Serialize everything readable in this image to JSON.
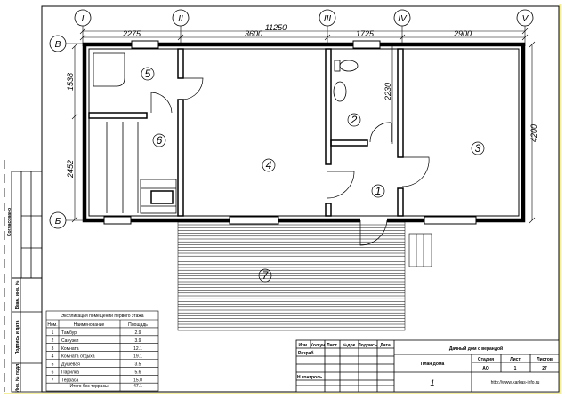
{
  "axes": {
    "vertical": [
      "I",
      "II",
      "III",
      "IV",
      "V"
    ],
    "horizontal": [
      "В",
      "Б"
    ]
  },
  "dimensions": {
    "overall": "11250",
    "segments": [
      "2275",
      "3600",
      "1725",
      "2900"
    ],
    "left": [
      "1538",
      "2452"
    ],
    "bathroom": "2230",
    "right": "4200"
  },
  "rooms": [
    "1",
    "2",
    "3",
    "4",
    "5",
    "6",
    "7"
  ],
  "explication": {
    "title": "Экспликация помещений первого этажа",
    "headers": [
      "Ном.",
      "Наименование",
      "Площадь"
    ],
    "rows": [
      {
        "num": "1",
        "name": "Тамбур",
        "area": "2.9"
      },
      {
        "num": "2",
        "name": "Санузел",
        "area": "3.9"
      },
      {
        "num": "3",
        "name": "Комната",
        "area": "12.1"
      },
      {
        "num": "4",
        "name": "Комната отдыха",
        "area": "19.1"
      },
      {
        "num": "5",
        "name": "Душевая",
        "area": "3.5"
      },
      {
        "num": "6",
        "name": "Парилка",
        "area": "5.6"
      },
      {
        "num": "7",
        "name": "Терраса",
        "area": "15.0"
      }
    ],
    "total_label": "Итого без террасы",
    "total": "47.1"
  },
  "title_block": {
    "headers": [
      "Изм.",
      "Кол.уч",
      "Лист",
      "№док",
      "Подпись",
      "Дата"
    ],
    "developer": "Разраб.",
    "norm_control": "Н.контроль",
    "project": "Дачный дом с верандой",
    "sheet_name": "План дома",
    "stage_label": "Стадия",
    "sheet_label": "Лист",
    "sheets_label": "Листов",
    "stage": "АО",
    "sheet": "1",
    "sheets": "27",
    "sheet_number": "1",
    "url": "http://www.karkas-info.ru"
  },
  "side_stamp": {
    "agreed": "Согласовано",
    "replaced": "Взам. инв. №",
    "sign_date": "Подпись и дата",
    "inv": "Инв. № подл."
  }
}
